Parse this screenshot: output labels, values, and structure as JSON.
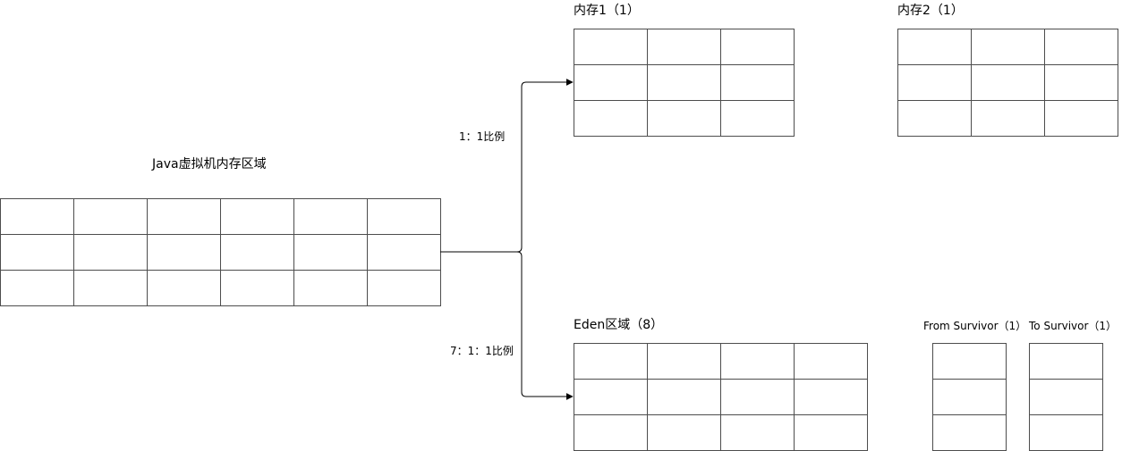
{
  "jvm": {
    "title": "Java虚拟机内存区域",
    "rows": 3,
    "cols": 6
  },
  "mem1": {
    "title": "内存1（1）",
    "rows": 3,
    "cols": 3
  },
  "mem2": {
    "title": "内存2（1）",
    "rows": 3,
    "cols": 3
  },
  "eden": {
    "title": "Eden区域（8）",
    "rows": 3,
    "cols": 4
  },
  "from_survivor": {
    "title": "From Survivor（1）",
    "rows": 3,
    "cols": 1
  },
  "to_survivor": {
    "title": "To Survivor（1）",
    "rows": 3,
    "cols": 1
  },
  "edges": {
    "ratio_1_1": "1：1比例",
    "ratio_7_1_1": "7：1：1比例"
  },
  "colors": {
    "border": "#4d4d4d",
    "line": "#000000"
  }
}
